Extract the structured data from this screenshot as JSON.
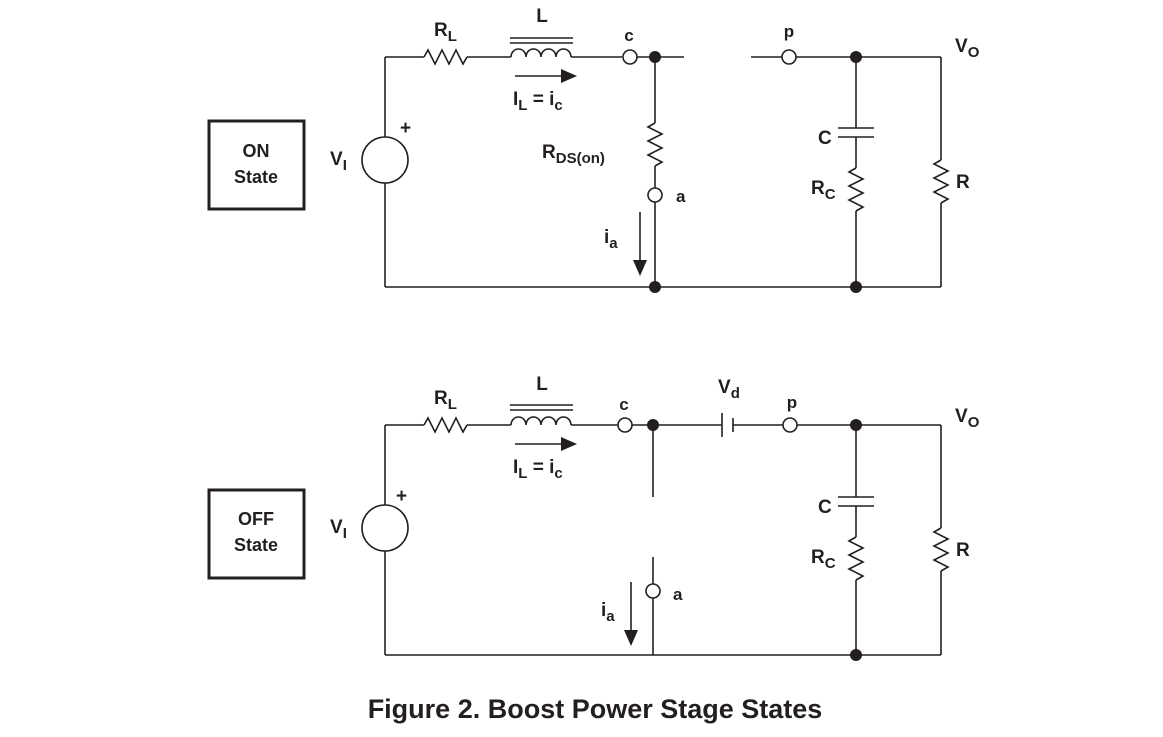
{
  "on_state": {
    "box_line1": "ON",
    "box_line2": "State",
    "source": {
      "main": "V",
      "sub": "I"
    },
    "plus": "+",
    "rl": {
      "main": "R",
      "sub": "L"
    },
    "inductor": "L",
    "current": {
      "main1": "I",
      "sub1": "L",
      "eq": " = i",
      "sub2": "c"
    },
    "node_c": "c",
    "node_p": "p",
    "node_a": "a",
    "vo": {
      "main": "V",
      "sub": "O"
    },
    "rds": {
      "main": "R",
      "sub": "DS(on)"
    },
    "ia": {
      "main": "i",
      "sub": "a"
    },
    "cap": "C",
    "rc": {
      "main": "R",
      "sub": "C"
    },
    "load": "R"
  },
  "off_state": {
    "box_line1": "OFF",
    "box_line2": "State",
    "source": {
      "main": "V",
      "sub": "I"
    },
    "plus": "+",
    "rl": {
      "main": "R",
      "sub": "L"
    },
    "inductor": "L",
    "current": {
      "main1": "I",
      "sub1": "L",
      "eq": " = i",
      "sub2": "c"
    },
    "node_c": "c",
    "node_p": "p",
    "node_a": "a",
    "vo": {
      "main": "V",
      "sub": "O"
    },
    "vd": {
      "main": "V",
      "sub": "d"
    },
    "ia": {
      "main": "i",
      "sub": "a"
    },
    "cap": "C",
    "rc": {
      "main": "R",
      "sub": "C"
    },
    "load": "R"
  },
  "caption": "Figure 2.  Boost Power Stage States"
}
